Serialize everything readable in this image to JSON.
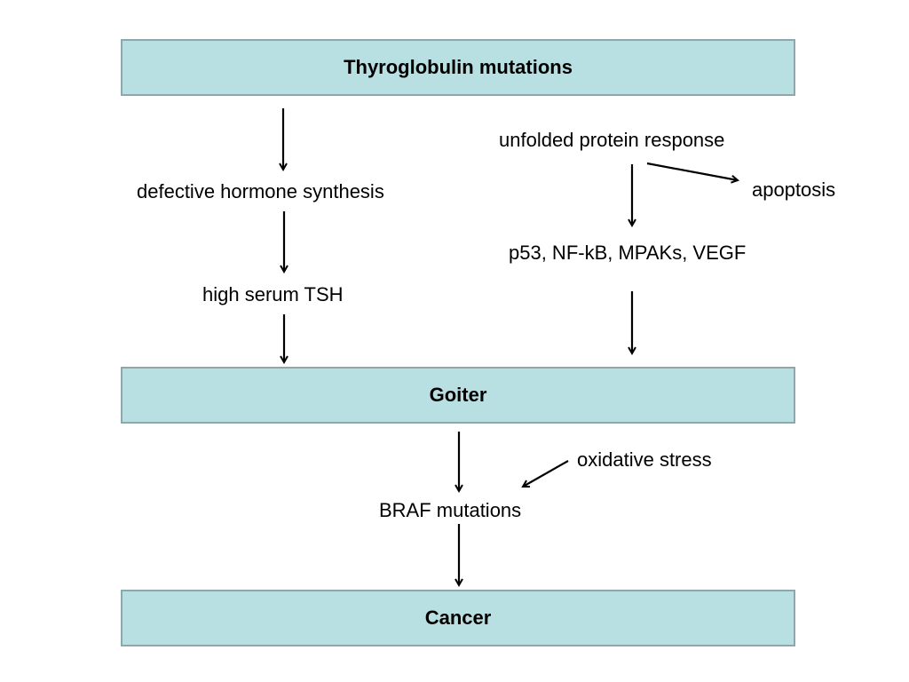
{
  "colors": {
    "box_fill": "#b8dfe1",
    "box_border": "#8fa6ab",
    "arrow": "#000000"
  },
  "boxes": {
    "top": "Thyroglobulin mutations",
    "middle": "Goiter",
    "bottom": "Cancer"
  },
  "labels": {
    "defective_hormone_synthesis": "defective hormone synthesis",
    "high_serum_tsh": "high serum TSH",
    "unfolded_protein_response": "unfolded protein response",
    "apoptosis": "apoptosis",
    "mediators": "p53, NF-kB, MPAKs, VEGF",
    "oxidative_stress": "oxidative stress",
    "braf_mutations": "BRAF mutations"
  }
}
